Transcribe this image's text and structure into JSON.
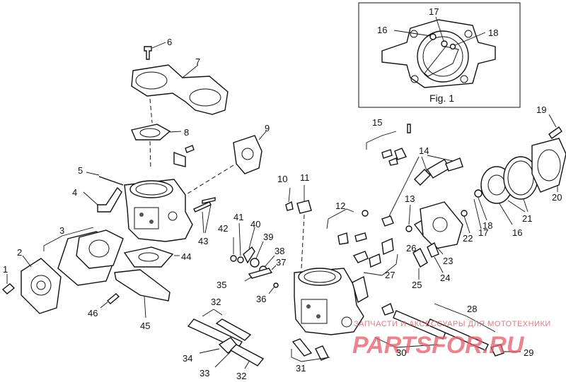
{
  "figure": {
    "inset_caption": "Fig. 1"
  },
  "callouts": {
    "c1": "1",
    "c2": "2",
    "c3": "3",
    "c4": "4",
    "c5": "5",
    "c6": "6",
    "c7": "7",
    "c8": "8",
    "c9": "9",
    "c10": "10",
    "c11": "11",
    "c12": "12",
    "c13": "13",
    "c14": "14",
    "c15": "15",
    "c16": "16",
    "c16b": "16",
    "c17": "17",
    "c17b": "17",
    "c18": "18",
    "c18b": "18",
    "c19": "19",
    "c20": "20",
    "c21": "21",
    "c22": "22",
    "c23": "23",
    "c24": "24",
    "c25": "25",
    "c26": "26",
    "c27": "27",
    "c28": "28",
    "c29": "29",
    "c30": "30",
    "c31": "31",
    "c32": "32",
    "c32b": "32",
    "c33": "33",
    "c34": "34",
    "c35": "35",
    "c36": "36",
    "c37": "37",
    "c38": "38",
    "c39": "39",
    "c40": "40",
    "c41": "41",
    "c42": "42",
    "c43": "43",
    "c44": "44",
    "c45": "45",
    "c46": "46"
  },
  "watermark": {
    "tagline": "ЗАПЧАСТИ И АКСЕССУАРЫ ДЛЯ МОТОТЕХНИКИ",
    "brand": "PARTSFOR.RU"
  }
}
